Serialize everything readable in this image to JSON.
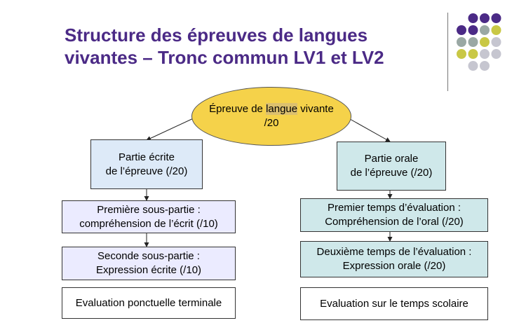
{
  "title": {
    "line1": "Structure des épreuves de langues",
    "line2": "vivantes – Tronc commun LV1 et LV2"
  },
  "decoration": {
    "dot_colors": [
      "#4b2a86",
      "#9aa8a4",
      "#c9c845",
      "#c6c6d0"
    ]
  },
  "root": {
    "text_before": "Épreuve de ",
    "text_highlight": "langue",
    "text_after": " vivante",
    "line2": "/20"
  },
  "left": {
    "part": {
      "line1": "Partie écrite",
      "line2": "de l’épreuve (/20)"
    },
    "sub1": {
      "line1": "Première sous-partie :",
      "line2": "compréhension de l’écrit (/10)"
    },
    "sub2": {
      "line1": "Seconde sous-partie :",
      "line2": "Expression écrite (/10)"
    },
    "eval": "Evaluation ponctuelle terminale"
  },
  "right": {
    "part": {
      "line1": "Partie orale",
      "line2": "de l’épreuve (/20)"
    },
    "sub1": {
      "line1": "Premier temps d’évaluation :",
      "line2": "Compréhension de l’oral (/20)"
    },
    "sub2": {
      "line1": "Deuxième temps de l’évaluation :",
      "line2": "Expression orale (/20)"
    },
    "eval": "Evaluation sur le temps scolaire"
  }
}
